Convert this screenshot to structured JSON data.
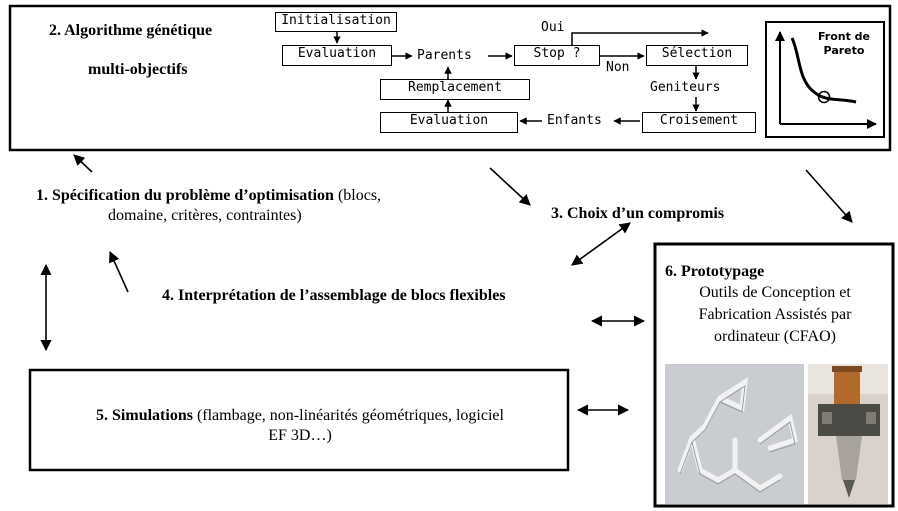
{
  "ga_section": {
    "title_line1": "2. Algorithme génétique",
    "title_line2": "multi-objectifs",
    "flow": {
      "initialisation": "Initialisation",
      "evaluation_top": "Evaluation",
      "parents": "Parents",
      "stop": "Stop ?",
      "oui": "Oui",
      "non": "Non",
      "selection": "Sélection",
      "geniteurs": "Geniteurs",
      "croisement": "Croisement",
      "enfants": "Enfants",
      "evaluation_bottom": "Evaluation",
      "remplacement": "Remplacement"
    },
    "pareto_label_line1": "Front de",
    "pareto_label_line2": "Pareto"
  },
  "step1": {
    "title": "1. Spécification du problème d’optimisation",
    "detail_a": "(blocs,",
    "detail_b": "domaine, critères, contraintes)"
  },
  "step3": {
    "title": "3. Choix d’un compromis"
  },
  "step4": {
    "title": "4. Interprétation de l’assemblage de blocs flexibles"
  },
  "step5": {
    "title": "5. Simulations",
    "detail_a": "(flambage, non-linéarités géométriques, logiciel",
    "detail_b": "EF 3D…)"
  },
  "step6": {
    "title": "6. Prototypage",
    "line1": "Outils de Conception et",
    "line2": "Fabrication Assistés par",
    "line3": "ordinateur (CFAO)"
  }
}
